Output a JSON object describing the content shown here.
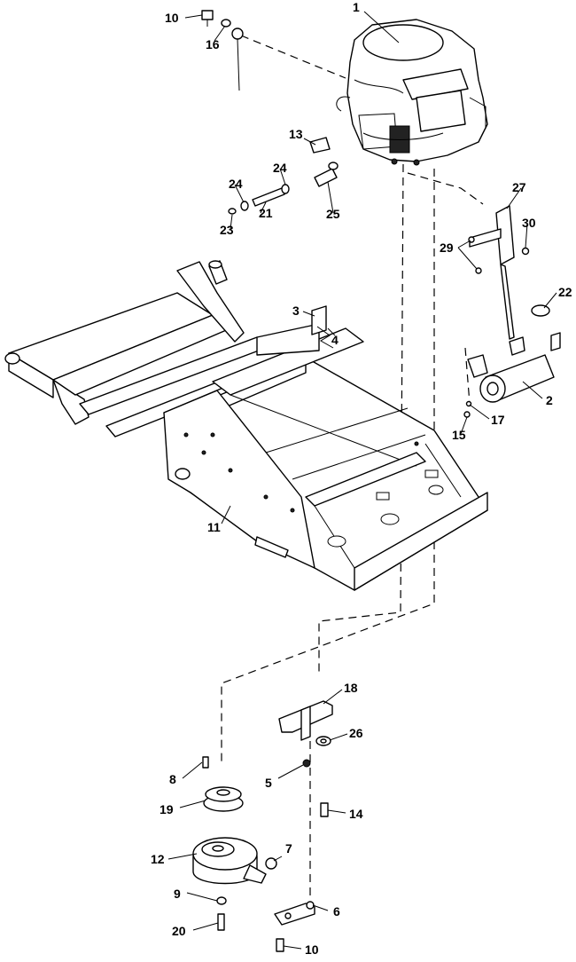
{
  "callouts": [
    {
      "key": "p1",
      "label": "1"
    },
    {
      "key": "p2",
      "label": "2"
    },
    {
      "key": "p3",
      "label": "3"
    },
    {
      "key": "p4",
      "label": "4"
    },
    {
      "key": "p5",
      "label": "5"
    },
    {
      "key": "p6",
      "label": "6"
    },
    {
      "key": "p7",
      "label": "7"
    },
    {
      "key": "p8",
      "label": "8"
    },
    {
      "key": "p9",
      "label": "9"
    },
    {
      "key": "p10a",
      "label": "10"
    },
    {
      "key": "p10b",
      "label": "10"
    },
    {
      "key": "p11",
      "label": "11"
    },
    {
      "key": "p12",
      "label": "12"
    },
    {
      "key": "p13",
      "label": "13"
    },
    {
      "key": "p14",
      "label": "14"
    },
    {
      "key": "p15",
      "label": "15"
    },
    {
      "key": "p16",
      "label": "16"
    },
    {
      "key": "p17",
      "label": "17"
    },
    {
      "key": "p18",
      "label": "18"
    },
    {
      "key": "p19",
      "label": "19"
    },
    {
      "key": "p20",
      "label": "20"
    },
    {
      "key": "p21",
      "label": "21"
    },
    {
      "key": "p22",
      "label": "22"
    },
    {
      "key": "p23",
      "label": "23"
    },
    {
      "key": "p24a",
      "label": "24"
    },
    {
      "key": "p24b",
      "label": "24"
    },
    {
      "key": "p25",
      "label": "25"
    },
    {
      "key": "p26",
      "label": "26"
    },
    {
      "key": "p27",
      "label": "27"
    },
    {
      "key": "p29",
      "label": "29"
    },
    {
      "key": "p30",
      "label": "30"
    }
  ]
}
